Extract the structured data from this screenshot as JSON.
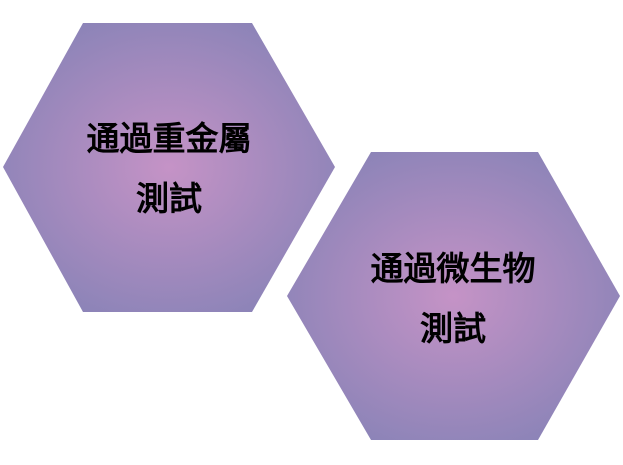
{
  "colors": {
    "hex_center": "#c593c6",
    "hex_edge": "#8d84b8",
    "text": "#000000",
    "background": "#ffffff"
  },
  "hexagons": [
    {
      "line1": "通過重金屬",
      "line2": "測試"
    },
    {
      "line1": "通過微生物",
      "line2": "測試"
    }
  ]
}
